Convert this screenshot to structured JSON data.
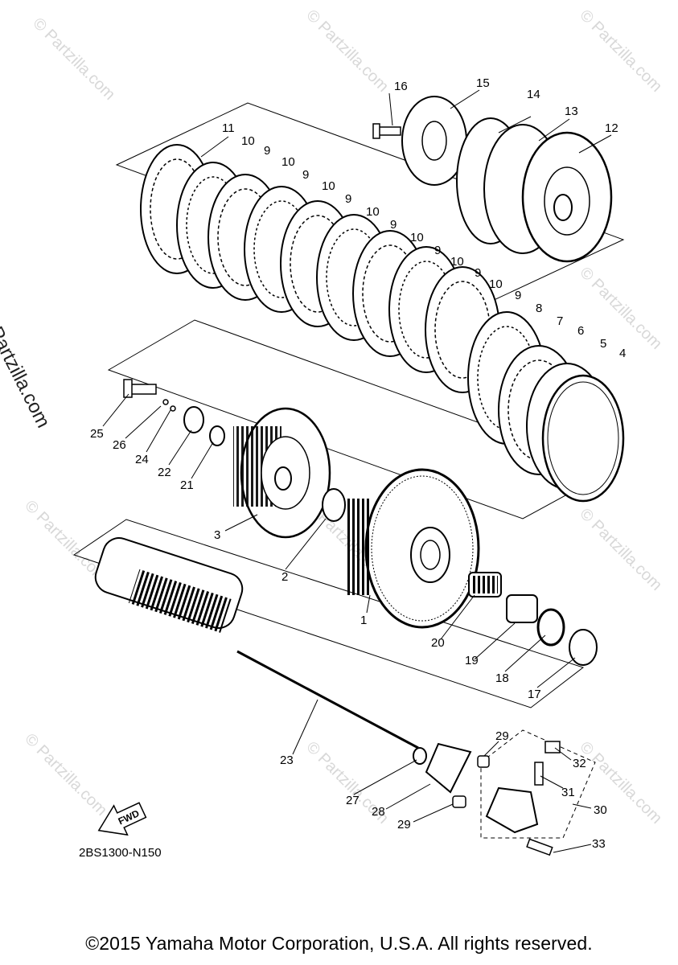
{
  "watermark": "© Partzilla.com",
  "side_watermark": "© Partzilla.com",
  "diagram_code": "2BS1300-N150",
  "copyright": "©2015 Yamaha Motor Corporation, U.S.A. All rights reserved.",
  "direction_label": "FWD",
  "callouts": {
    "c1": "1",
    "c2": "2",
    "c3": "3",
    "c4": "4",
    "c5": "5",
    "c6": "6",
    "c7": "7",
    "c8": "8",
    "c9a": "9",
    "c9b": "9",
    "c9c": "9",
    "c9d": "9",
    "c9e": "9",
    "c9f": "9",
    "c9g": "9",
    "c10a": "10",
    "c10b": "10",
    "c10c": "10",
    "c10d": "10",
    "c10e": "10",
    "c10f": "10",
    "c10g": "10",
    "c11": "11",
    "c12": "12",
    "c13": "13",
    "c14": "14",
    "c15": "15",
    "c16": "16",
    "c17": "17",
    "c18": "18",
    "c19": "19",
    "c20": "20",
    "c21": "21",
    "c22": "22",
    "c23": "23",
    "c24": "24",
    "c25": "25",
    "c26": "26",
    "c27": "27",
    "c28": "28",
    "c29a": "29",
    "c29b": "29",
    "c30": "30",
    "c31": "31",
    "c32": "32",
    "c33": "33"
  }
}
